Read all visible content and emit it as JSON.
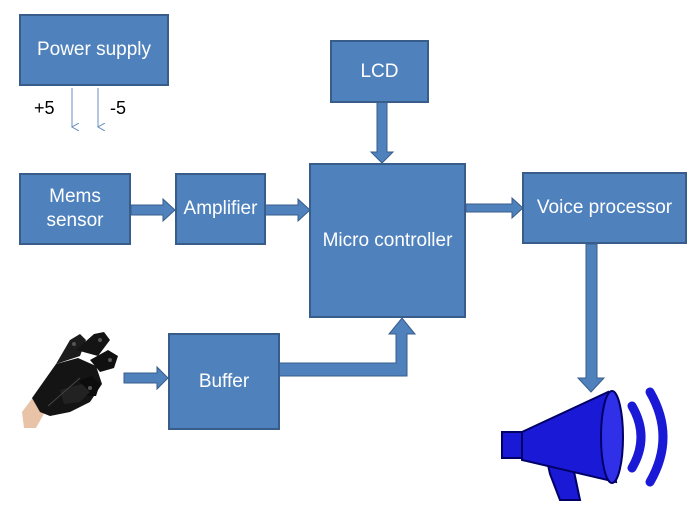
{
  "blocks": {
    "power_supply": "Power supply",
    "lcd": "LCD",
    "mems_sensor_line1": "Mems",
    "mems_sensor_line2": "sensor",
    "amplifier": "Amplifier",
    "micro_controller": "Micro controller",
    "voice_processor": "Voice processor",
    "buffer": "Buffer"
  },
  "power_outputs": {
    "positive": "+5",
    "negative": "-5"
  },
  "colors": {
    "block_fill": "#4f81bd",
    "block_border": "#385d8a",
    "arrow_fill": "#4f81bd",
    "speaker": "#1a1ad6",
    "glove": "#111111"
  },
  "icons": {
    "input": "glove-icon",
    "output": "loudspeaker-icon"
  }
}
